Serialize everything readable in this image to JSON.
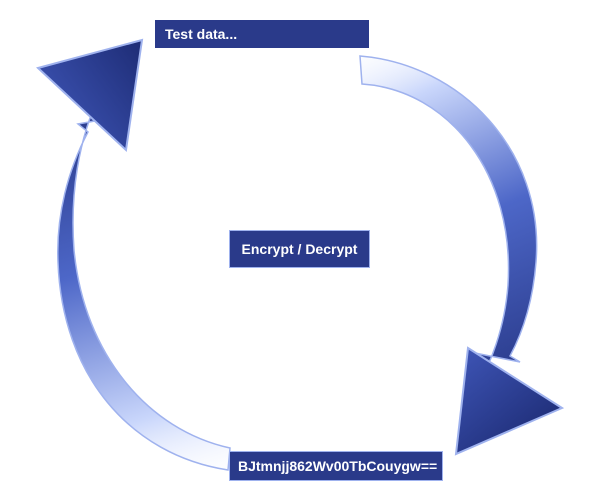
{
  "plain_text": "Test data...",
  "action_label": "Encrypt / Decrypt",
  "cipher_text": "BJtmnjj862Wv00TbCouygw==",
  "colors": {
    "arrow_dark": "#1f2d78",
    "arrow_mid": "#4a63c2",
    "arrow_light": "#c7d4fb",
    "label_fill": "#2a3a8a",
    "label_text": "#ffffff"
  }
}
